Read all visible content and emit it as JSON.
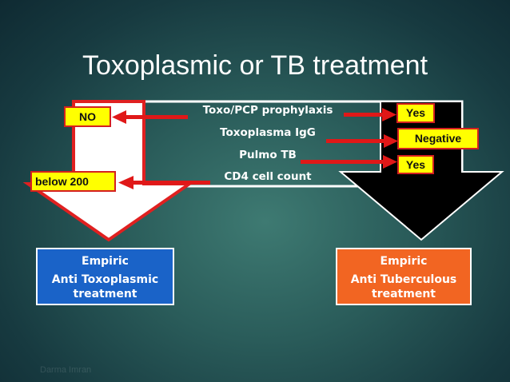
{
  "slide": {
    "title": "Toxoplasmic or TB treatment",
    "criteria": {
      "toxo_pcp": "Toxo/PCP prophylaxis",
      "toxo_igg": "Toxoplasma IgG",
      "pulmo_tb": "Pulmo TB",
      "cd4": "CD4 cell count"
    },
    "left_tags": {
      "no": "NO",
      "below200": "below 200"
    },
    "right_tags": {
      "yes1": "Yes",
      "negative": "Negative",
      "yes2": "Yes"
    },
    "left_result": {
      "line1": "Empiric",
      "line2": "Anti Toxoplasmic",
      "line3": "treatment"
    },
    "right_result": {
      "line1": "Empiric",
      "line2": "Anti Tuberculous",
      "line3": "treatment"
    },
    "footer": "Darma Imran"
  },
  "colors": {
    "left_arrow_fill": "#ffffff",
    "left_arrow_border": "#e02020",
    "right_arrow_fill": "#000000",
    "pointer_red": "#e01818",
    "tag_yellow": "#ffff00",
    "left_box_blue": "#1a63c8",
    "right_box_orange": "#f26522"
  }
}
